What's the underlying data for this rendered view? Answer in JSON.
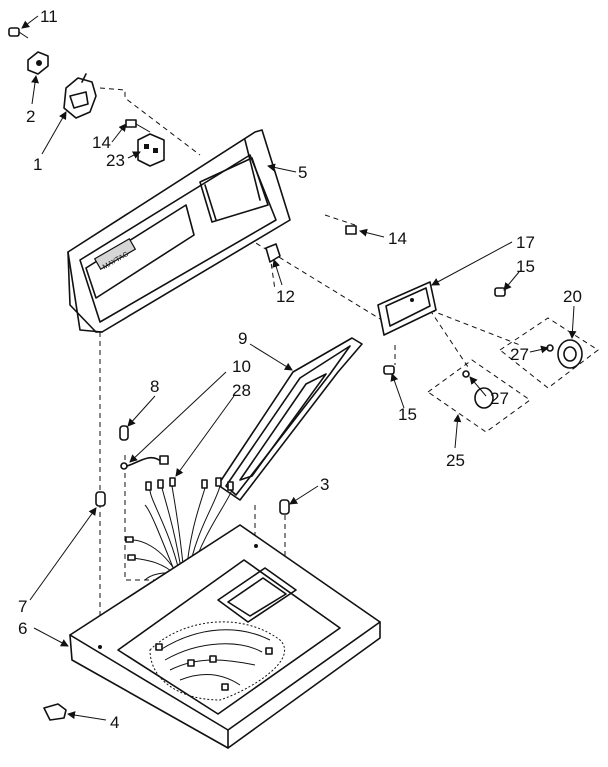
{
  "diagram": {
    "callouts": [
      {
        "id": "11",
        "text": "11"
      },
      {
        "id": "2",
        "text": "2"
      },
      {
        "id": "1",
        "text": "1"
      },
      {
        "id": "14a",
        "text": "14"
      },
      {
        "id": "23",
        "text": "23"
      },
      {
        "id": "5",
        "text": "5"
      },
      {
        "id": "14b",
        "text": "14"
      },
      {
        "id": "12",
        "text": "12"
      },
      {
        "id": "17",
        "text": "17"
      },
      {
        "id": "15a",
        "text": "15"
      },
      {
        "id": "20",
        "text": "20"
      },
      {
        "id": "27a",
        "text": "27"
      },
      {
        "id": "27b",
        "text": "27"
      },
      {
        "id": "15b",
        "text": "15"
      },
      {
        "id": "25",
        "text": "25"
      },
      {
        "id": "9",
        "text": "9"
      },
      {
        "id": "10",
        "text": "10"
      },
      {
        "id": "28",
        "text": "28"
      },
      {
        "id": "8",
        "text": "8"
      },
      {
        "id": "3",
        "text": "3"
      },
      {
        "id": "7",
        "text": "7"
      },
      {
        "id": "6",
        "text": "6"
      },
      {
        "id": "4",
        "text": "4"
      }
    ],
    "panel_badge": "MAYTAG"
  }
}
